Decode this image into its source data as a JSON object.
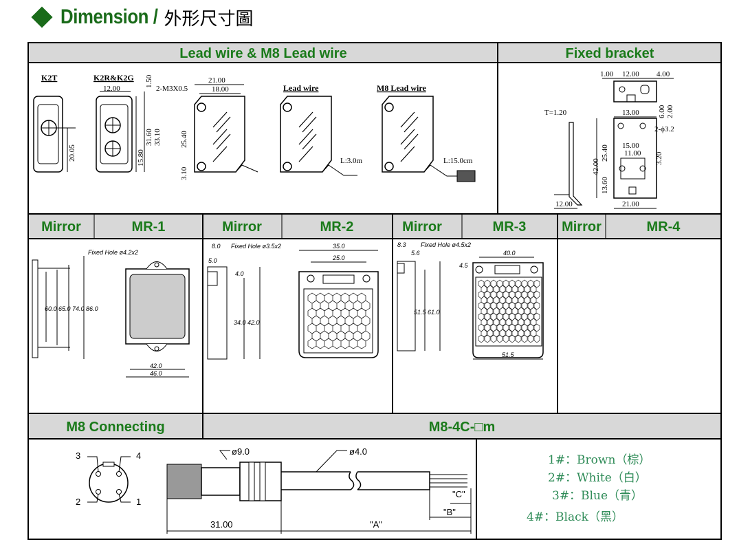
{
  "title": {
    "en": "Dimension /",
    "zh": "外形尺寸圖"
  },
  "headers": {
    "lead_wire": "Lead wire & M8 Lead wire",
    "fixed_bracket": "Fixed bracket",
    "mirror": "Mirror",
    "mr1": "MR-1",
    "mr2": "MR-2",
    "mr3": "MR-3",
    "mr4": "MR-4",
    "m8_connecting": "M8 Connecting",
    "m8_4c": "M8-4C-□m"
  },
  "lead": {
    "k2t": "K2T",
    "k2r": "K2R&K2G",
    "d_1200": "12.00",
    "d_150": "1.50",
    "d_2005": "20.05",
    "d_1580": "15.80",
    "d_3160": "31.60",
    "d_3310": "33.10",
    "screw": "2-M3X0.5",
    "d_2100": "21.00",
    "d_1800": "18.00",
    "d_2540": "25.40",
    "d_310": "3.10",
    "lead_wire": "Lead wire",
    "m8_lead": "M8 Lead wire",
    "l3": "L:3.0m",
    "l15": "L:15.0cm"
  },
  "bracket": {
    "d_100": "1.00",
    "d_1200a": "12.00",
    "d_400": "4.00",
    "t": "T=1.20",
    "d_1300": "13.00",
    "d_600": "6.00",
    "d_200": "2.00",
    "hole": "2-ϕ3.2",
    "d_1500": "15.00",
    "d_1100": "11.00",
    "d_4200": "42.00",
    "d_2540": "25.40",
    "d_320": "3.20",
    "d_1360": "13.60",
    "d_1200b": "12.00",
    "d_2100": "21.00"
  },
  "mr1": {
    "hole": "Fixed Hole ø4.2x2",
    "h": "60.0 65.0 74.0 86.0",
    "w1": "42.0",
    "w2": "46.0"
  },
  "mr2": {
    "d8": "8.0",
    "hole": "Fixed Hole ø3.5x2",
    "w35": "35.0",
    "w25": "25.0",
    "d5": "5.0",
    "d4": "4.0",
    "h": "34.0  42.0"
  },
  "mr3": {
    "d83": "8.3",
    "hole": "Fixed Hole ø4.5x2",
    "d56": "5.6",
    "w40": "40.0",
    "d45": "4.5",
    "h": "51.5  61.0",
    "w515": "51.5"
  },
  "m8": {
    "pin3": "3",
    "pin4": "4",
    "pin2": "2",
    "pin1": "1",
    "d9": "ø9.0",
    "d4": "ø4.0",
    "len": "31.00",
    "a": "\"A\"",
    "b": "\"B\"",
    "c": "\"C\""
  },
  "wires": {
    "w1": "1#：Brown（棕）",
    "w2": "2#：White（白）",
    "w3": "3#：Blue（青）",
    "w4": "4#：Black（黑）"
  }
}
